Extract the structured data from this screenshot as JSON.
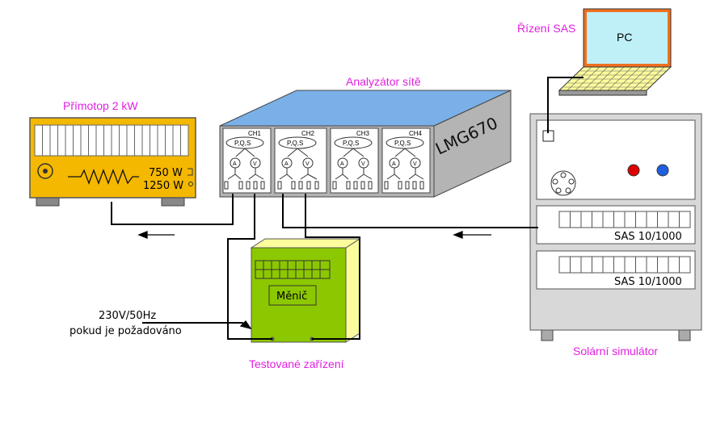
{
  "labels": {
    "heater": "Přímotop 2 kW",
    "analyzer": "Analyzátor sítě",
    "pc_control": "Řízení SAS",
    "dut": "Testované zařízení",
    "solar_sim": "Solární simulátor"
  },
  "heater": {
    "power_low": "750 W",
    "power_high": "1250 W"
  },
  "analyzer": {
    "model": "LMG670",
    "channels": [
      {
        "name": "CH1",
        "measure": "P,Q,S",
        "ammeter": "A",
        "voltmeter": "V"
      },
      {
        "name": "CH2",
        "measure": "P,Q,S",
        "ammeter": "A",
        "voltmeter": "V"
      },
      {
        "name": "CH3",
        "measure": "P,Q,S",
        "ammeter": "A",
        "voltmeter": "V"
      },
      {
        "name": "CH4",
        "measure": "P,Q,S",
        "ammeter": "A",
        "voltmeter": "V"
      }
    ]
  },
  "pc": {
    "screen_label": "PC"
  },
  "dut": {
    "display_label": "Měnič",
    "supply_line1": "230V/50Hz",
    "supply_line2": "pokud je požadováno"
  },
  "sas": {
    "module1_label": "SAS 10/1000",
    "module2_label": "SAS 10/1000"
  },
  "colors": {
    "heater_body": "#f5b800",
    "analyzer_top": "#7ab0e8",
    "analyzer_body": "#b4b4b4",
    "dut_body": "#8cc800",
    "dut_side": "#fcfc9c",
    "pc_screen": "#bff0f8",
    "pc_frame": "#f07020",
    "keyboard": "#fcfc9c",
    "sas_body": "#d8d8d8",
    "label_magenta": "#e020e0",
    "knob_red": "#e00000",
    "knob_blue": "#2060e0"
  }
}
